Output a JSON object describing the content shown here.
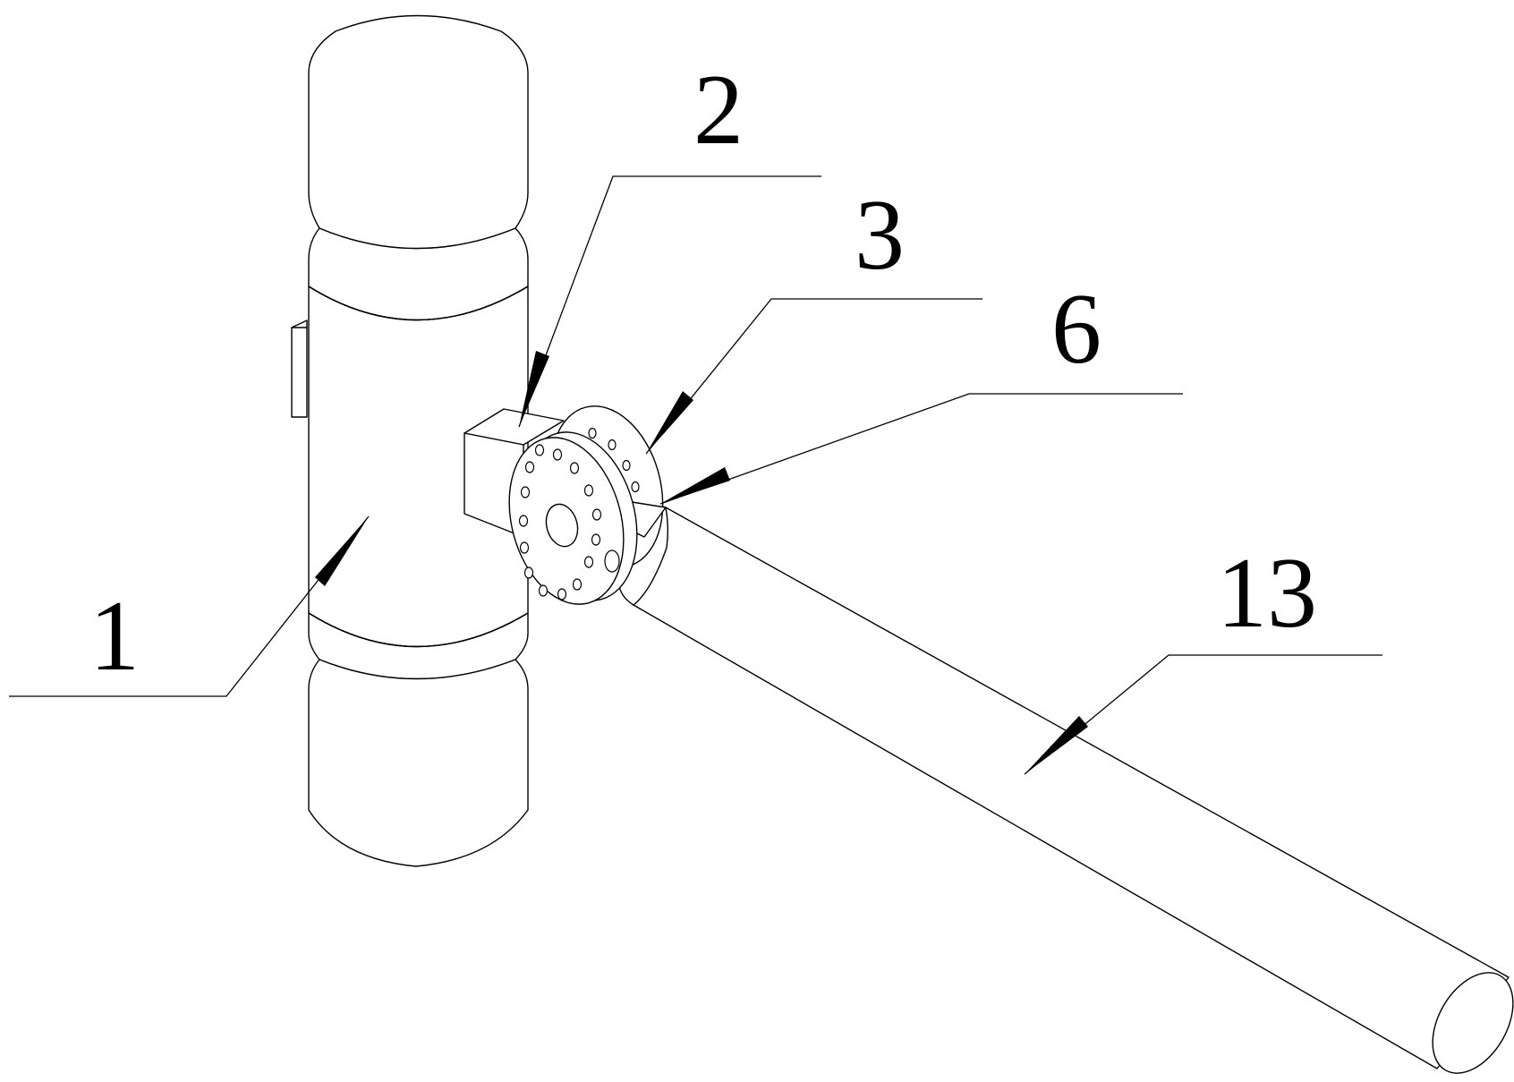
{
  "labels": {
    "part_1": "1",
    "part_2": "2",
    "part_3": "3",
    "part_6": "6",
    "part_13": "13"
  }
}
